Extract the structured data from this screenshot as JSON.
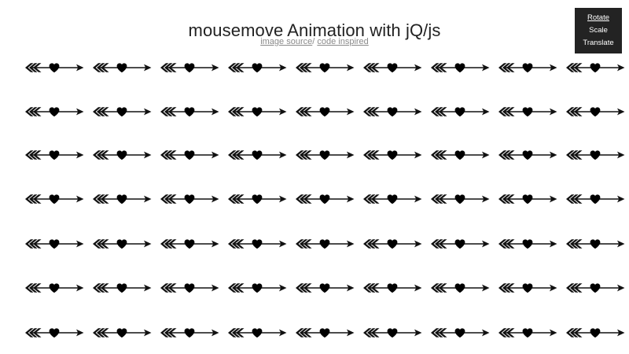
{
  "header": {
    "title": "mousemove Animation with jQ/js",
    "subtitle": {
      "image_source_label": "image source",
      "separator": "/ ",
      "code_inspired_label": "code inspired"
    }
  },
  "control_panel": {
    "items": [
      {
        "label": "Rotate",
        "active": true
      },
      {
        "label": "Scale",
        "active": false
      },
      {
        "label": "Translate",
        "active": false
      }
    ]
  },
  "arrow_field": {
    "icon_name": "arrow-heart-icon",
    "rows": 7,
    "columns": 9,
    "row_y_positions": [
      77,
      133,
      188,
      244,
      301,
      357,
      414
    ],
    "column_x_start": 30,
    "column_spacing": 86,
    "arrow_width": 78,
    "arrow_height": 18
  },
  "colors": {
    "background": "#ffffff",
    "title_text": "#222222",
    "link_text": "#8a8a8a",
    "panel_background": "#232323",
    "panel_text": "#ffffff",
    "arrow_stroke": "#111111",
    "heart_fill": "#000000"
  }
}
